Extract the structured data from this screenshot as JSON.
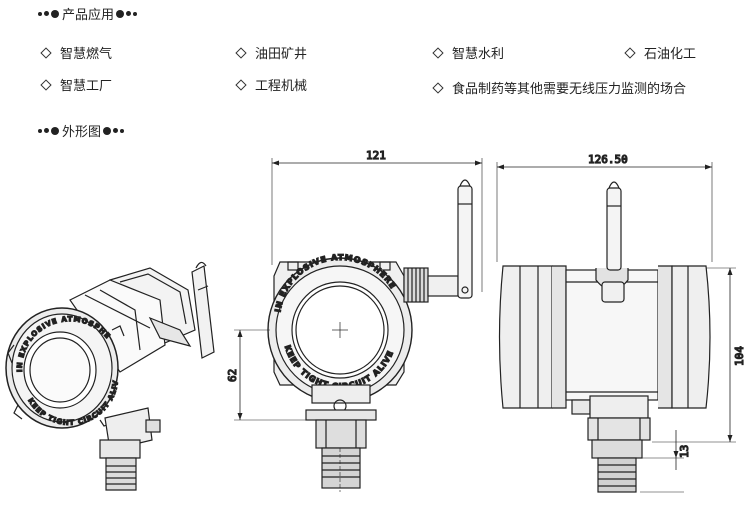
{
  "sections": {
    "applications": {
      "title": "产品应用"
    },
    "outline": {
      "title": "外形图"
    }
  },
  "applications": {
    "items": [
      {
        "label": "智慧燃气"
      },
      {
        "label": "油田矿井"
      },
      {
        "label": "智慧水利"
      },
      {
        "label": "石油化工"
      },
      {
        "label": "智慧工厂"
      },
      {
        "label": "工程机械"
      },
      {
        "label": "食品制药等其他需要无线压力监测的场合"
      }
    ]
  },
  "drawing": {
    "ring_text_top": "IN EXPLOSIVE ATMOSPHERE",
    "ring_text_bottom": "KEEP TIGHT CIRCUIT ALIVE",
    "dimensions": {
      "front_width": "121",
      "side_width": "126.50",
      "front_height": "62",
      "side_height": "104",
      "side_thread": "13"
    }
  }
}
